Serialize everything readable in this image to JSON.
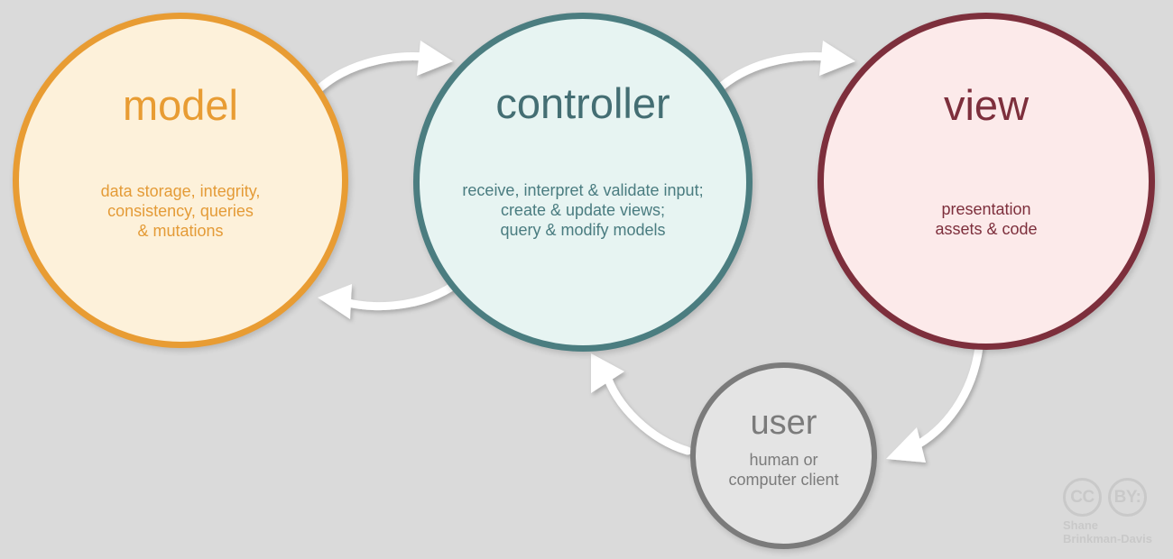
{
  "diagram": {
    "title": "MVC architecture diagram",
    "background_color": "#dadada",
    "nodes": [
      {
        "id": "model",
        "title": "model",
        "subtitle": "data storage, integrity,\nconsistency, queries\n& mutations",
        "fill_color": "#fdf1da",
        "stroke_color": "#e89c33",
        "text_color": "#e89c33"
      },
      {
        "id": "controller",
        "title": "controller",
        "subtitle": "receive, interpret & validate input;\ncreate & update views;\nquery & modify models",
        "fill_color": "#e7f4f2",
        "stroke_color": "#4b7d80",
        "text_color": "#446e73"
      },
      {
        "id": "view",
        "title": "view",
        "subtitle": "presentation\nassets & code",
        "fill_color": "#fceaea",
        "stroke_color": "#7d2f3c",
        "text_color": "#7d2f3c"
      },
      {
        "id": "user",
        "title": "user",
        "subtitle": "human or\ncomputer client",
        "fill_color": "#e4e4e4",
        "stroke_color": "#7b7b7b",
        "text_color": "#7b7b7b"
      }
    ],
    "arrows": [
      {
        "id": "model-to-controller",
        "from": "model",
        "to": "controller",
        "color": "#ffffff"
      },
      {
        "id": "controller-to-model",
        "from": "controller",
        "to": "model",
        "color": "#ffffff"
      },
      {
        "id": "controller-to-view",
        "from": "controller",
        "to": "view",
        "color": "#ffffff"
      },
      {
        "id": "view-to-user",
        "from": "view",
        "to": "user",
        "color": "#ffffff"
      },
      {
        "id": "user-to-controller",
        "from": "user",
        "to": "controller",
        "color": "#ffffff"
      }
    ]
  },
  "license": {
    "mark_cc": "CC",
    "mark_by": "BY:",
    "author_line1": "Shane",
    "author_line2": "Brinkman-Davis",
    "color": "#c9c9c9"
  }
}
